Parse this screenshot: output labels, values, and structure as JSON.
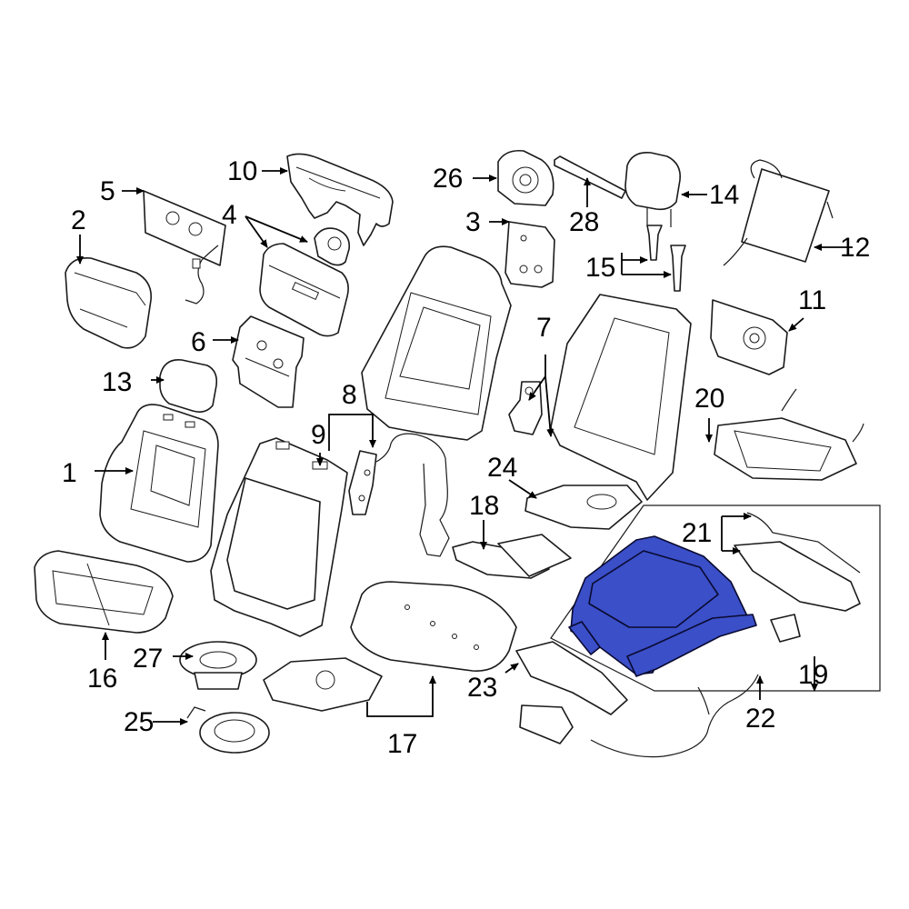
{
  "callouts": [
    "1",
    "2",
    "3",
    "4",
    "5",
    "6",
    "7",
    "8",
    "9",
    "10",
    "11",
    "12",
    "13",
    "14",
    "15",
    "16",
    "17",
    "18",
    "19",
    "20",
    "21",
    "22",
    "23",
    "24",
    "25",
    "26",
    "27",
    "28"
  ],
  "colors": {
    "background": "#ffffff",
    "line": "#1a1a1a",
    "highlight": "#3a4fc8",
    "highlight_dark": "#2233a0",
    "group_box": "#000000"
  },
  "highlighted_part": "19"
}
